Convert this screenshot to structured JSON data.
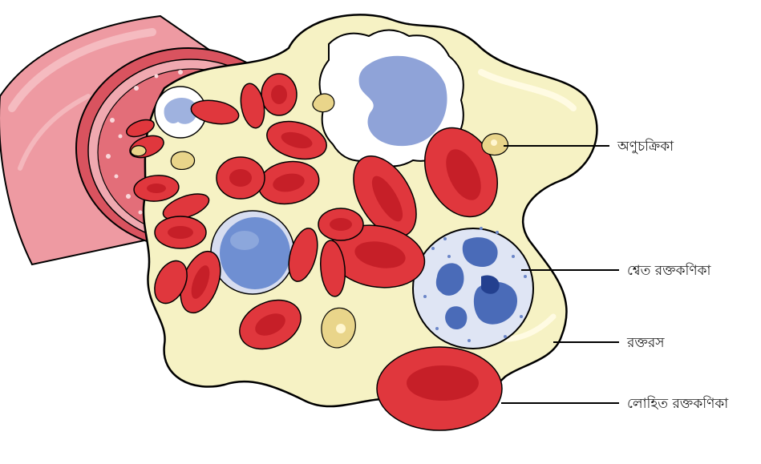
{
  "labels": {
    "platelet": "অণুচক্রিকা",
    "white_blood_cell": "শ্বেত রক্তকণিকা",
    "plasma": "রক্তরস",
    "red_blood_cell": "লোহিত রক্তকণিকা"
  },
  "colors": {
    "plasma": "#f6f2c4",
    "red_cell": "#e0373d",
    "red_cell_center": "#c61f28",
    "white_cell_nucleus": "#8fa3d8",
    "neutrophil_body": "#dfe5f4",
    "neutrophil_nucleus": "#4a6bb8",
    "platelet": "#e9d58a",
    "vessel_outer": "#ea8c95",
    "vessel_inner": "#d95a67"
  }
}
